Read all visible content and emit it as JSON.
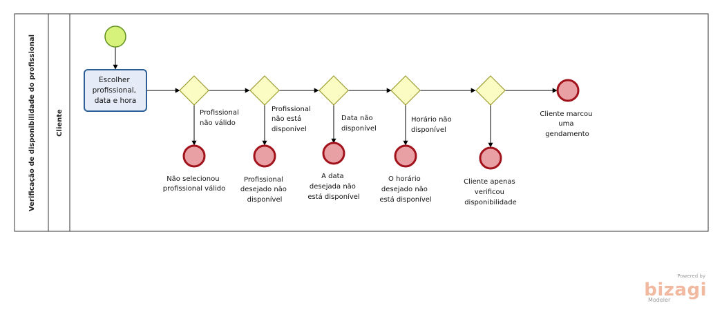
{
  "pool": {
    "title": "Verificação de disponibilidade do profissional"
  },
  "lane": {
    "title": "Cliente"
  },
  "task": {
    "lines": [
      "Escolher",
      "profissional,",
      "data e hora"
    ]
  },
  "conditions": [
    {
      "lines": [
        "Profissional",
        "não válido"
      ]
    },
    {
      "lines": [
        "Profissional",
        "não está",
        "disponível"
      ]
    },
    {
      "lines": [
        "Data não",
        "disponível"
      ]
    },
    {
      "lines": [
        "Horário não",
        "disponível"
      ]
    }
  ],
  "end_events": [
    {
      "lines": [
        "Não selecionou",
        "profissional válido"
      ]
    },
    {
      "lines": [
        "Profissional",
        "desejado não",
        "disponível"
      ]
    },
    {
      "lines": [
        "A data",
        "desejada não",
        "está disponível"
      ]
    },
    {
      "lines": [
        "O horário",
        "desejado não",
        "está disponível"
      ]
    },
    {
      "lines": [
        "Cliente apenas",
        "verificou",
        "disponibilidade"
      ]
    },
    {
      "lines": [
        "Cliente marcou",
        "uma",
        "gendamento"
      ]
    }
  ],
  "branding": {
    "powered_by": "Powered by",
    "brand": "bizagi",
    "product": "Modeler"
  },
  "colors": {
    "start_fill": "#d7f27a",
    "start_stroke": "#5f8f1c",
    "end_fill": "#e9a0a4",
    "end_stroke": "#a1121b",
    "task_fill": "#e5ecf7",
    "task_stroke": "#2b5f95",
    "gateway_fill": "#fbfbc4",
    "gateway_stroke": "#9b9b33"
  }
}
